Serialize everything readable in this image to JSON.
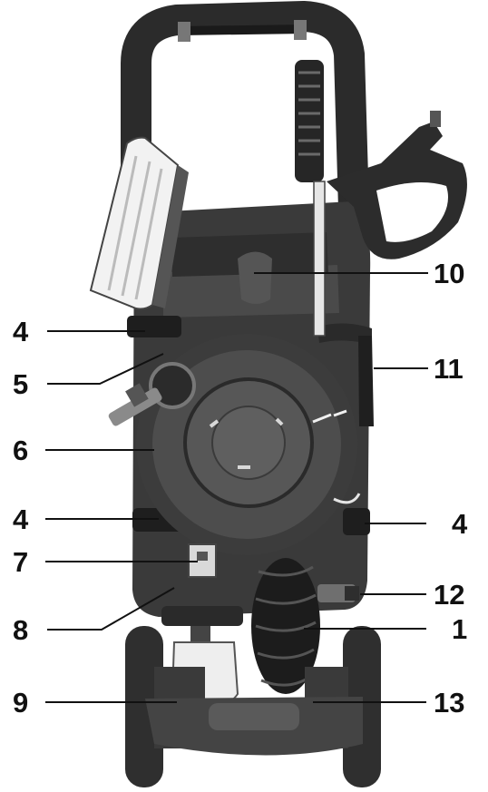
{
  "diagram": {
    "callouts": [
      {
        "id": "c10",
        "label": "10"
      },
      {
        "id": "c4a",
        "label": "4"
      },
      {
        "id": "c5",
        "label": "5"
      },
      {
        "id": "c11",
        "label": "11"
      },
      {
        "id": "c6",
        "label": "6"
      },
      {
        "id": "c4b",
        "label": "4"
      },
      {
        "id": "c4c",
        "label": "4"
      },
      {
        "id": "c7",
        "label": "7"
      },
      {
        "id": "c12",
        "label": "12"
      },
      {
        "id": "c8",
        "label": "8"
      },
      {
        "id": "c1",
        "label": "1"
      },
      {
        "id": "c9",
        "label": "9"
      },
      {
        "id": "c13",
        "label": "13"
      }
    ]
  }
}
